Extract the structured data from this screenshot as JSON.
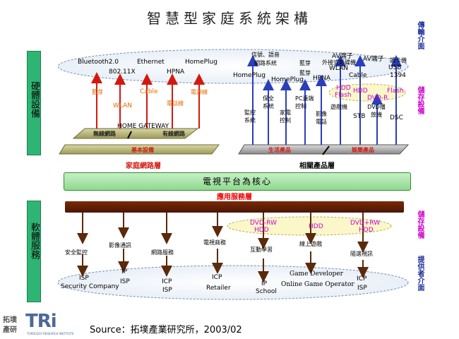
{
  "title": "智慧型家庭系統架構",
  "side": {
    "hardware": "硬體設備",
    "software": "軟體服務"
  },
  "right": {
    "transmission": "傳輸介面",
    "storage1": "儲存設備",
    "storage2": "儲存設備",
    "provider": "提供者介面"
  },
  "top_ellipse": {
    "bluetooth": "Bluetooth2.0",
    "ethernet": "Ethernet",
    "homeplug_top": "HomePlug",
    "wlan_top_a": "802.11X",
    "hpna_a": "HPNA",
    "info_audio": "信號、語音",
    "network_system": "網路系統",
    "bluetooth_cn": "藍芽",
    "av_tip": "AV端子",
    "external": "外接式影碟機",
    "wlan_top_b": "WLAN",
    "av_tip2": "AV端子",
    "reader": "讀卡機",
    "usb": "USB",
    "i1394": "1394"
  },
  "left_hw": {
    "bluetooth_cn": "藍芽",
    "cable": "Cable",
    "phone_line": "電源線",
    "wlan": "WLAN",
    "phone": "電話線",
    "gateway": "HOME GATEWAY",
    "wireless": "無線網路",
    "wired": "有線網路",
    "base": "基本設備",
    "caption": "家庭網路層"
  },
  "right_hw": {
    "homeplug_a": "HomePlug",
    "homeplug_b": "HomePlug",
    "bluetooth_b": "藍芽",
    "hpna_b": "HPNA",
    "cable_b": "Cable",
    "security": "保全系統",
    "pc": "PC遠端控制",
    "monitor": "監控系統",
    "home_ctrl": "家電控制",
    "video_phone": "影像電話",
    "game": "遊戲機",
    "hdd_a": "HDD",
    "flash_a": "Flash",
    "hdd_b": "HDD",
    "dvdr": "DVD-R",
    "flash_b": "Flash",
    "stb": "STB",
    "dvd_player": "DVD播放機",
    "dsc": "DSC",
    "life": "生活產品",
    "ent": "娛樂產品",
    "caption": "相關產品層"
  },
  "center": "電視平台為核心",
  "svc_layer": "應用服務層",
  "storage_oval": {
    "dvdrw_a": "DVD-RW",
    "hdd_c": "HDD",
    "hdd_d": "HDD",
    "dvdrw_b": "DVD+RW",
    "hdd_e": "HDD"
  },
  "services": {
    "security_monitor": "安全監控",
    "video_comm": "影像通訊",
    "network_svc": "網路服務",
    "tv_commerce": "電視商務",
    "interactive": "互動學習",
    "online_game": "線上遊戲",
    "vod": "隨選視訊"
  },
  "providers": {
    "isp1": "ISP",
    "sec_co": "Security Company",
    "ip1": "IP",
    "isp2": "ISP",
    "icp1": "ICP",
    "isp3": "ISP",
    "icp2": "ICP",
    "retailer": "Retailer",
    "ip2": "IP",
    "school": "School",
    "game_dev": "Game Developer",
    "game_op": "Online Game Operator",
    "icp3": "ICP",
    "isp4": "ISP"
  },
  "source": "Source：拓墣產業研究所，2003/02",
  "logo": {
    "a": "拓墣",
    "b": "產研",
    "tri": "TRi",
    "sub": "TOPOLOGY RESEARCH INSTITUTE"
  },
  "colors": {
    "green": "#2fb573",
    "red_arrow": "#d4180f",
    "blue_arrow": "#2a3fb8",
    "brown_arrow": "#5b2a0a",
    "magenta": "#cc00cc",
    "orange": "#e86a00"
  }
}
